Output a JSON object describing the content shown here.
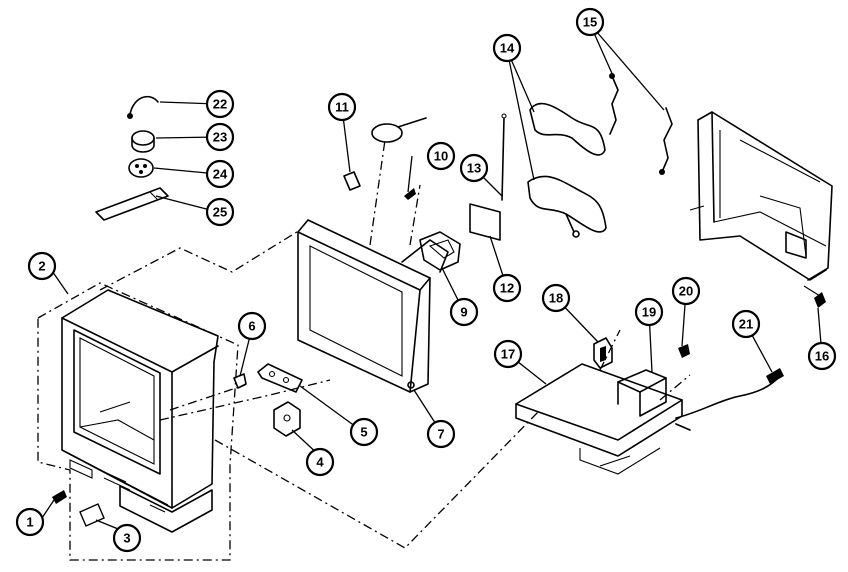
{
  "diagram": {
    "callouts": [
      {
        "id": "1",
        "label": "1"
      },
      {
        "id": "2",
        "label": "2"
      },
      {
        "id": "3",
        "label": "3"
      },
      {
        "id": "4",
        "label": "4"
      },
      {
        "id": "5",
        "label": "5"
      },
      {
        "id": "6",
        "label": "6"
      },
      {
        "id": "7",
        "label": "7"
      },
      {
        "id": "9",
        "label": "9"
      },
      {
        "id": "10",
        "label": "10"
      },
      {
        "id": "11",
        "label": "11"
      },
      {
        "id": "12",
        "label": "12"
      },
      {
        "id": "13",
        "label": "13"
      },
      {
        "id": "14",
        "label": "14"
      },
      {
        "id": "15",
        "label": "15"
      },
      {
        "id": "16",
        "label": "16"
      },
      {
        "id": "17",
        "label": "17"
      },
      {
        "id": "18",
        "label": "18"
      },
      {
        "id": "19",
        "label": "19"
      },
      {
        "id": "20",
        "label": "20"
      },
      {
        "id": "21",
        "label": "21"
      },
      {
        "id": "22",
        "label": "22"
      },
      {
        "id": "23",
        "label": "23"
      },
      {
        "id": "24",
        "label": "24"
      },
      {
        "id": "25",
        "label": "25"
      }
    ]
  }
}
